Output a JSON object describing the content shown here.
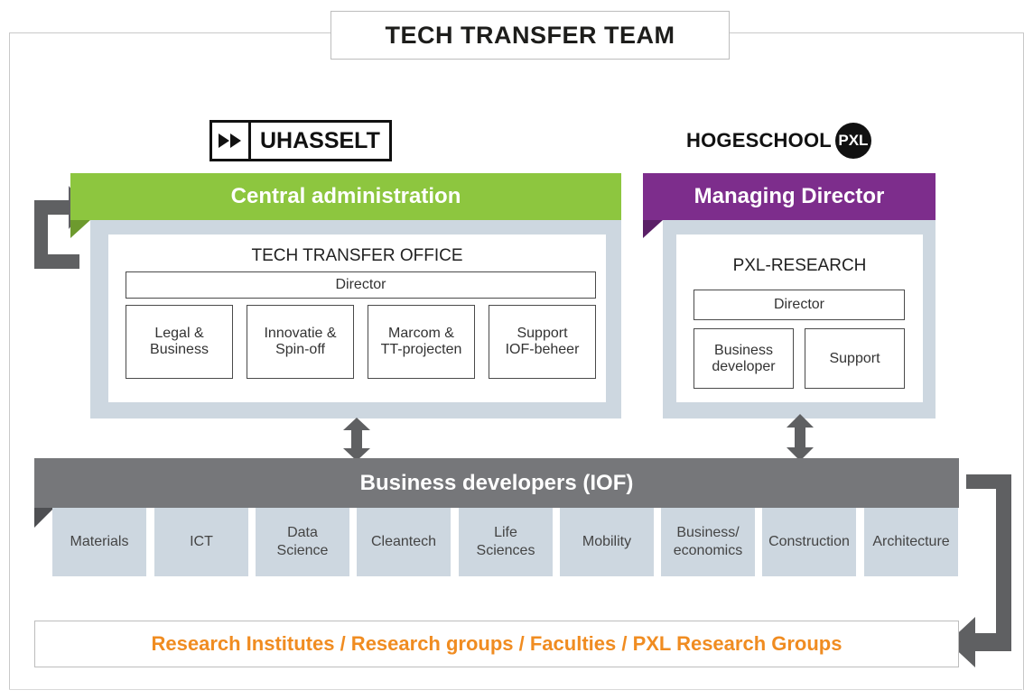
{
  "title": "TECH TRANSFER TEAM",
  "logos": {
    "uhasselt": {
      "text": "UHASSELT",
      "icon": "fast-forward-icon"
    },
    "pxl": {
      "text": "HOGESCHOOL",
      "badge": "PXL"
    }
  },
  "uhasselt_side": {
    "header": "Central administration",
    "office_title": "TECH TRANSFER OFFICE",
    "director": "Director",
    "units": [
      {
        "line1": "Legal &",
        "line2": "Business"
      },
      {
        "line1": "Innovatie &",
        "line2": "Spin-off"
      },
      {
        "line1": "Marcom &",
        "line2": "TT-projecten"
      },
      {
        "line1": "Support",
        "line2": "IOF-beheer"
      }
    ]
  },
  "pxl_side": {
    "header": "Managing Director",
    "office_title": "PXL-RESEARCH",
    "director": "Director",
    "units": [
      {
        "line1": "Business",
        "line2": "developer"
      },
      {
        "line1": "Support",
        "line2": ""
      }
    ]
  },
  "business_developers": {
    "header": "Business developers (IOF)",
    "domains": [
      {
        "line1": "Materials",
        "line2": ""
      },
      {
        "line1": "ICT",
        "line2": ""
      },
      {
        "line1": "Data",
        "line2": "Science"
      },
      {
        "line1": "Cleantech",
        "line2": ""
      },
      {
        "line1": "Life",
        "line2": "Sciences"
      },
      {
        "line1": "Mobility",
        "line2": ""
      },
      {
        "line1": "Business/",
        "line2": "economics"
      },
      {
        "line1": "Construction",
        "line2": ""
      },
      {
        "line1": "Architecture",
        "line2": ""
      }
    ]
  },
  "research_bar": "Research Institutes / Research groups / Faculties / PXL Research Groups",
  "colors": {
    "green": "#8dc63f",
    "purple": "#7d2d8c",
    "grey": "#76777a",
    "panel": "#cdd7e0",
    "orange": "#f08c21",
    "arrow": "#5f6062"
  }
}
